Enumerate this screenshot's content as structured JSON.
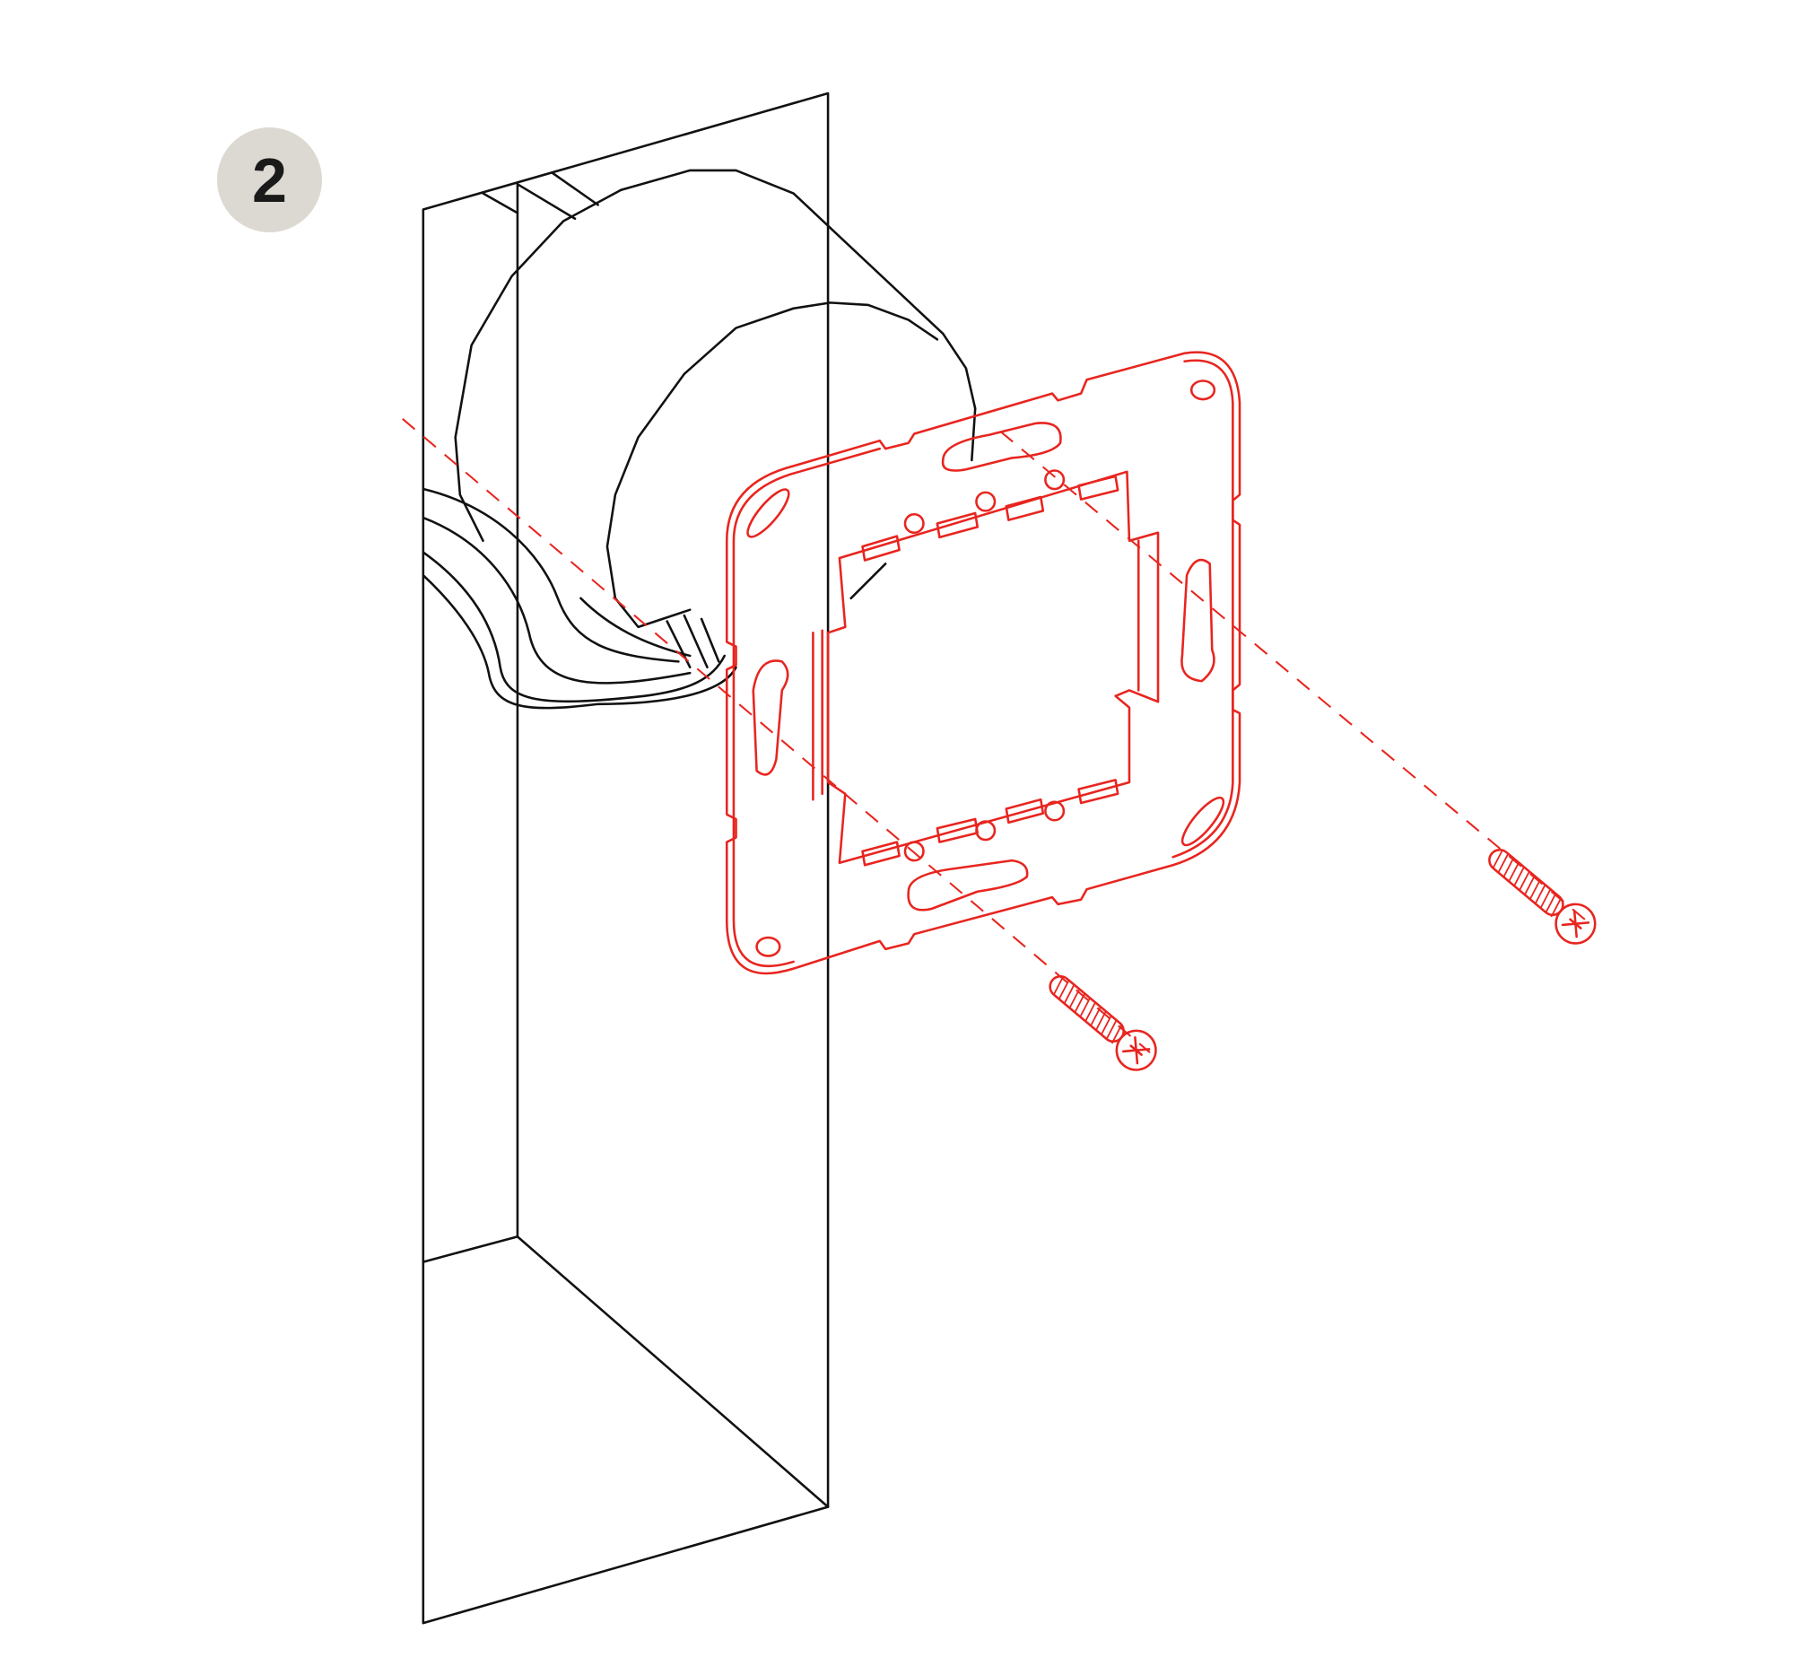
{
  "step": {
    "number": "2"
  },
  "colors": {
    "badge_fill": "#dcd9d3",
    "part_highlight": "#e8251f",
    "line": "#111111"
  },
  "parts": [
    "wall-box",
    "flush-mounting-box",
    "cables",
    "mounting-frame",
    "screw",
    "screw"
  ]
}
